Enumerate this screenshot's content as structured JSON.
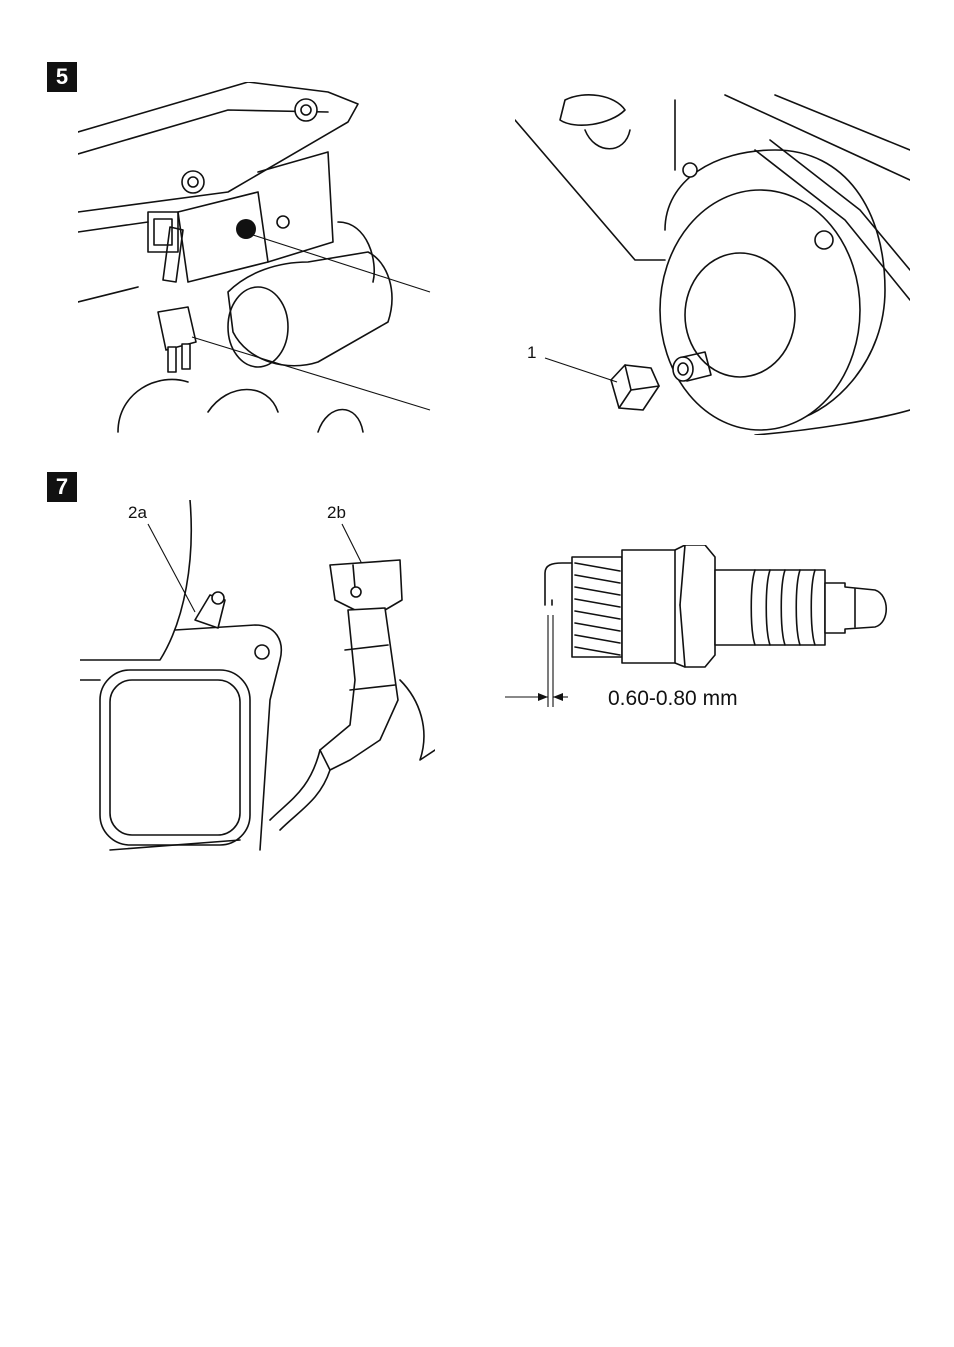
{
  "page": {
    "figures": [
      {
        "step": "5"
      },
      {
        "step": "7"
      }
    ]
  },
  "figure_oil_drain": {
    "callout_1": "1"
  },
  "figure_spark_plug": {
    "callout_2a": "2a",
    "callout_2b": "2b"
  },
  "figure_plug_gap": {
    "gap_label": "0.60-0.80 mm"
  }
}
